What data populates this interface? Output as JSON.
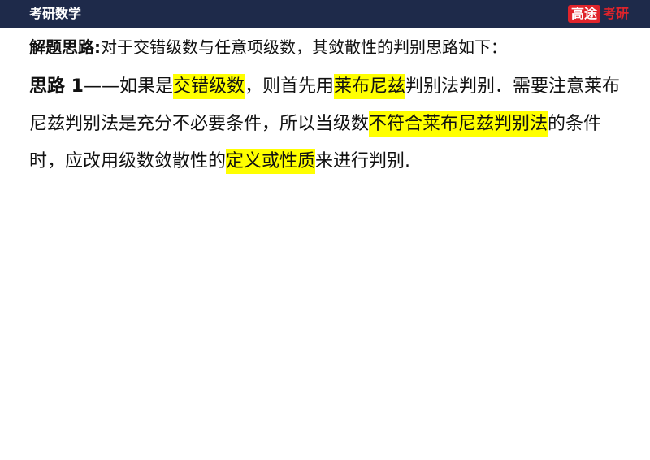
{
  "header": {
    "title": "考研数学",
    "brand_mark": "高途",
    "brand_word": "考研"
  },
  "intro": {
    "label": "解题思路:",
    "text": "对于交错级数与任意项级数，其敛散性的判别思路如下："
  },
  "approach": {
    "label": "思路 1",
    "t1": "——如果是",
    "h1": "交错级数",
    "t2": "，则首先用",
    "h2": "莱布尼兹",
    "t3": "判别法判别．需要注意莱布尼兹判别法是充分不必要条件，所以当级数",
    "h3": "不符合莱布尼兹判别法",
    "t4": "的条件时，应改用级数敛散性的",
    "h4": "定义或性质",
    "t5": "来进行判别."
  },
  "colors": {
    "header_bg": "#1e2a4a",
    "highlight": "#ffff00",
    "brand_red": "#e0242b"
  }
}
